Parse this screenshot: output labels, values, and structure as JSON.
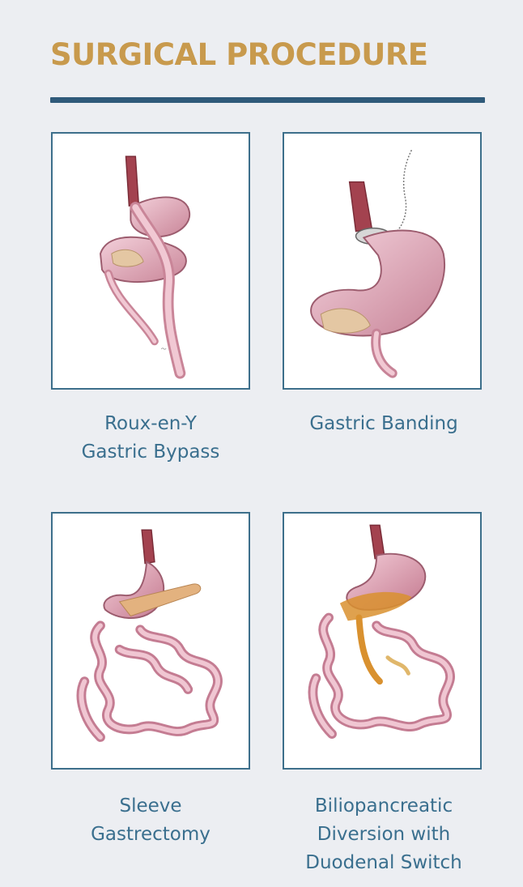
{
  "header": {
    "title": "SURGICAL PROCEDURE"
  },
  "procedures": [
    {
      "line1": "Roux-en-Y",
      "line2": "Gastric Bypass",
      "line3": ""
    },
    {
      "line1": "Gastric Banding",
      "line2": "",
      "line3": ""
    },
    {
      "line1": "Sleeve",
      "line2": "Gastrectomy",
      "line3": ""
    },
    {
      "line1": "Biliopancreatic",
      "line2": "Diversion with",
      "line3": "Duodenal Switch"
    }
  ],
  "colors": {
    "title": "#c89a4d",
    "rule": "#2f5a7a",
    "caption": "#3a6f8e",
    "frame": "#3d6f8b",
    "tissue": "#e8b9c7",
    "tissue_dark": "#b9748a",
    "fat": "#e4c7a3",
    "bile": "#d9912f"
  }
}
